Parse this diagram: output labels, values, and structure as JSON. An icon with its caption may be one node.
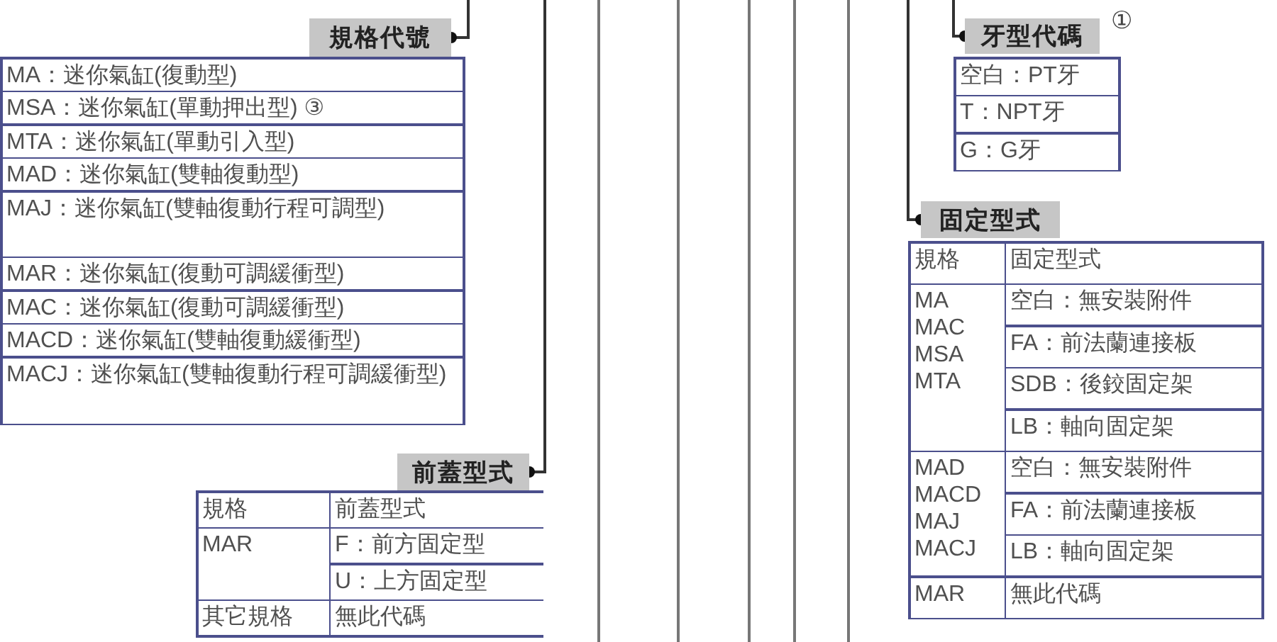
{
  "diagram": {
    "nodes": [
      {
        "text": [
          "規格代號"
        ]
      },
      {
        "text": [
          "MA：迷你氣缸(復動型)",
          "MSA：迷你氣缸(單動押出型) ③",
          "MTA：迷你氣缸(單動引入型)",
          "MAD：迷你氣缸(雙軸復動型)",
          "MAJ：迷你氣缸(雙軸復動行程可調型)",
          "MAR：迷你氣缸(復動可調緩衝型)",
          "MAC：迷你氣缸(復動可調緩衝型)",
          "MACD：迷你氣缸(雙軸復動緩衝型)",
          "MACJ：迷你氣缸(雙軸復動行程可調緩衝型)"
        ]
      },
      {
        "text": [
          "前蓋型式"
        ]
      },
      {
        "text": [
          "規格",
          "前蓋型式",
          "MAR",
          "F：前方固定型",
          "U：上方固定型",
          "其它規格",
          "無此代碼"
        ]
      },
      {
        "text": [
          "牙型代碼"
        ],
        "beside": [
          "①"
        ]
      },
      {
        "text": [
          "空白：PT牙",
          "T：NPT牙",
          "G：G牙"
        ]
      },
      {
        "text": [
          "固定型式"
        ]
      },
      {
        "text": [
          "規格",
          "固定型式",
          "MA MAC MSA MTA",
          "空白：無安裝附件",
          "FA：前法蘭連接板",
          "SDB：後鉸固定架",
          "LB：軸向固定架",
          "MAD MACD MAJ MACJ",
          "空白：無安裝附件",
          "FA：前法蘭連接板",
          "LB：軸向固定架",
          "MAR",
          "無此代碼"
        ]
      }
    ],
    "edges": [
      {
        "from": null,
        "to": 0,
        "arrow": "other"
      },
      {
        "from": null,
        "to": 2,
        "arrow": "other"
      },
      {
        "from": null,
        "to": 4,
        "arrow": "other"
      },
      {
        "from": null,
        "to": 6,
        "arrow": "other"
      }
    ]
  }
}
